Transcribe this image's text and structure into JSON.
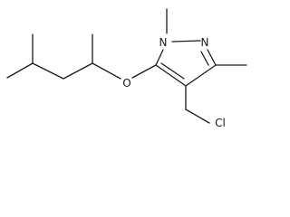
{
  "molecule": {
    "atoms": {
      "n1": "N",
      "n2": "N",
      "o": "O",
      "cl": "Cl"
    }
  }
}
